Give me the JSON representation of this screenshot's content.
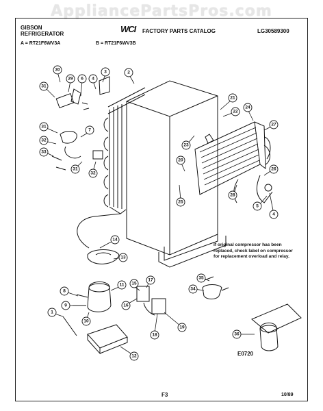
{
  "watermark": "AppliancePartsPros.com",
  "header": {
    "brand_line1": "GIBSON",
    "brand_line2": "REFRIGERATOR",
    "logo_text": "WCI",
    "catalog_title": "FACTORY PARTS CATALOG",
    "catalog_number": "LG30589300"
  },
  "models": {
    "a": "A = RT21F6WV3A",
    "b": "B = RT21F6WV3B"
  },
  "note": "If original compressor has been replaced, check label on compressor for replacement overload and relay.",
  "footer": {
    "diagram_code": "E0720",
    "page": "F3",
    "date": "10/89"
  },
  "callouts": [
    "30",
    "29",
    "6",
    "4",
    "3",
    "2",
    "31",
    "7",
    "31",
    "32",
    "33",
    "31",
    "32",
    "21",
    "22",
    "24",
    "27",
    "23",
    "20",
    "26",
    "25",
    "28",
    "5",
    "4",
    "14",
    "13",
    "11",
    "8",
    "9",
    "1",
    "10",
    "15",
    "17",
    "16",
    "18",
    "19",
    "12",
    "35",
    "34",
    "36"
  ]
}
